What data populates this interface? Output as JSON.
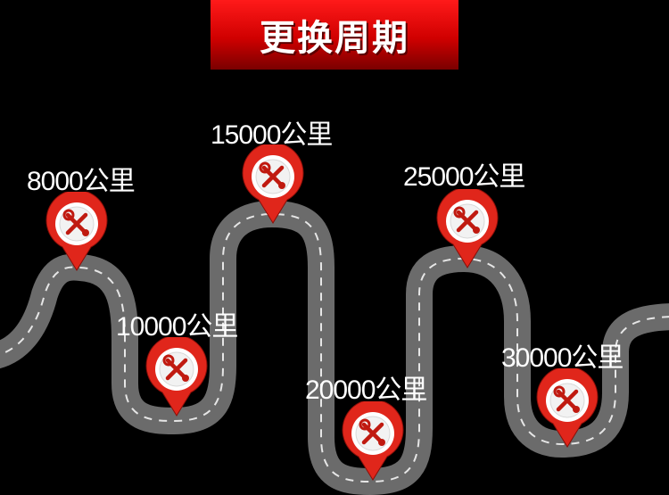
{
  "title": "更换周期",
  "colors": {
    "background": "#000000",
    "banner_top": "#ff1a1a",
    "banner_bottom": "#7a0000",
    "road": "#6b6b6b",
    "road_dash": "#e6e6e6",
    "pin": "#e0261b",
    "pin_inner": "#ffffff"
  },
  "milestones": [
    {
      "label": "8000公里",
      "icon": "wrench-screwdriver-icon"
    },
    {
      "label": "10000公里",
      "icon": "wrench-screwdriver-icon"
    },
    {
      "label": "15000公里",
      "icon": "wrench-screwdriver-icon"
    },
    {
      "label": "20000公里",
      "icon": "wrench-screwdriver-icon"
    },
    {
      "label": "25000公里",
      "icon": "wrench-screwdriver-icon"
    },
    {
      "label": "30000公里",
      "icon": "wrench-screwdriver-icon"
    }
  ]
}
